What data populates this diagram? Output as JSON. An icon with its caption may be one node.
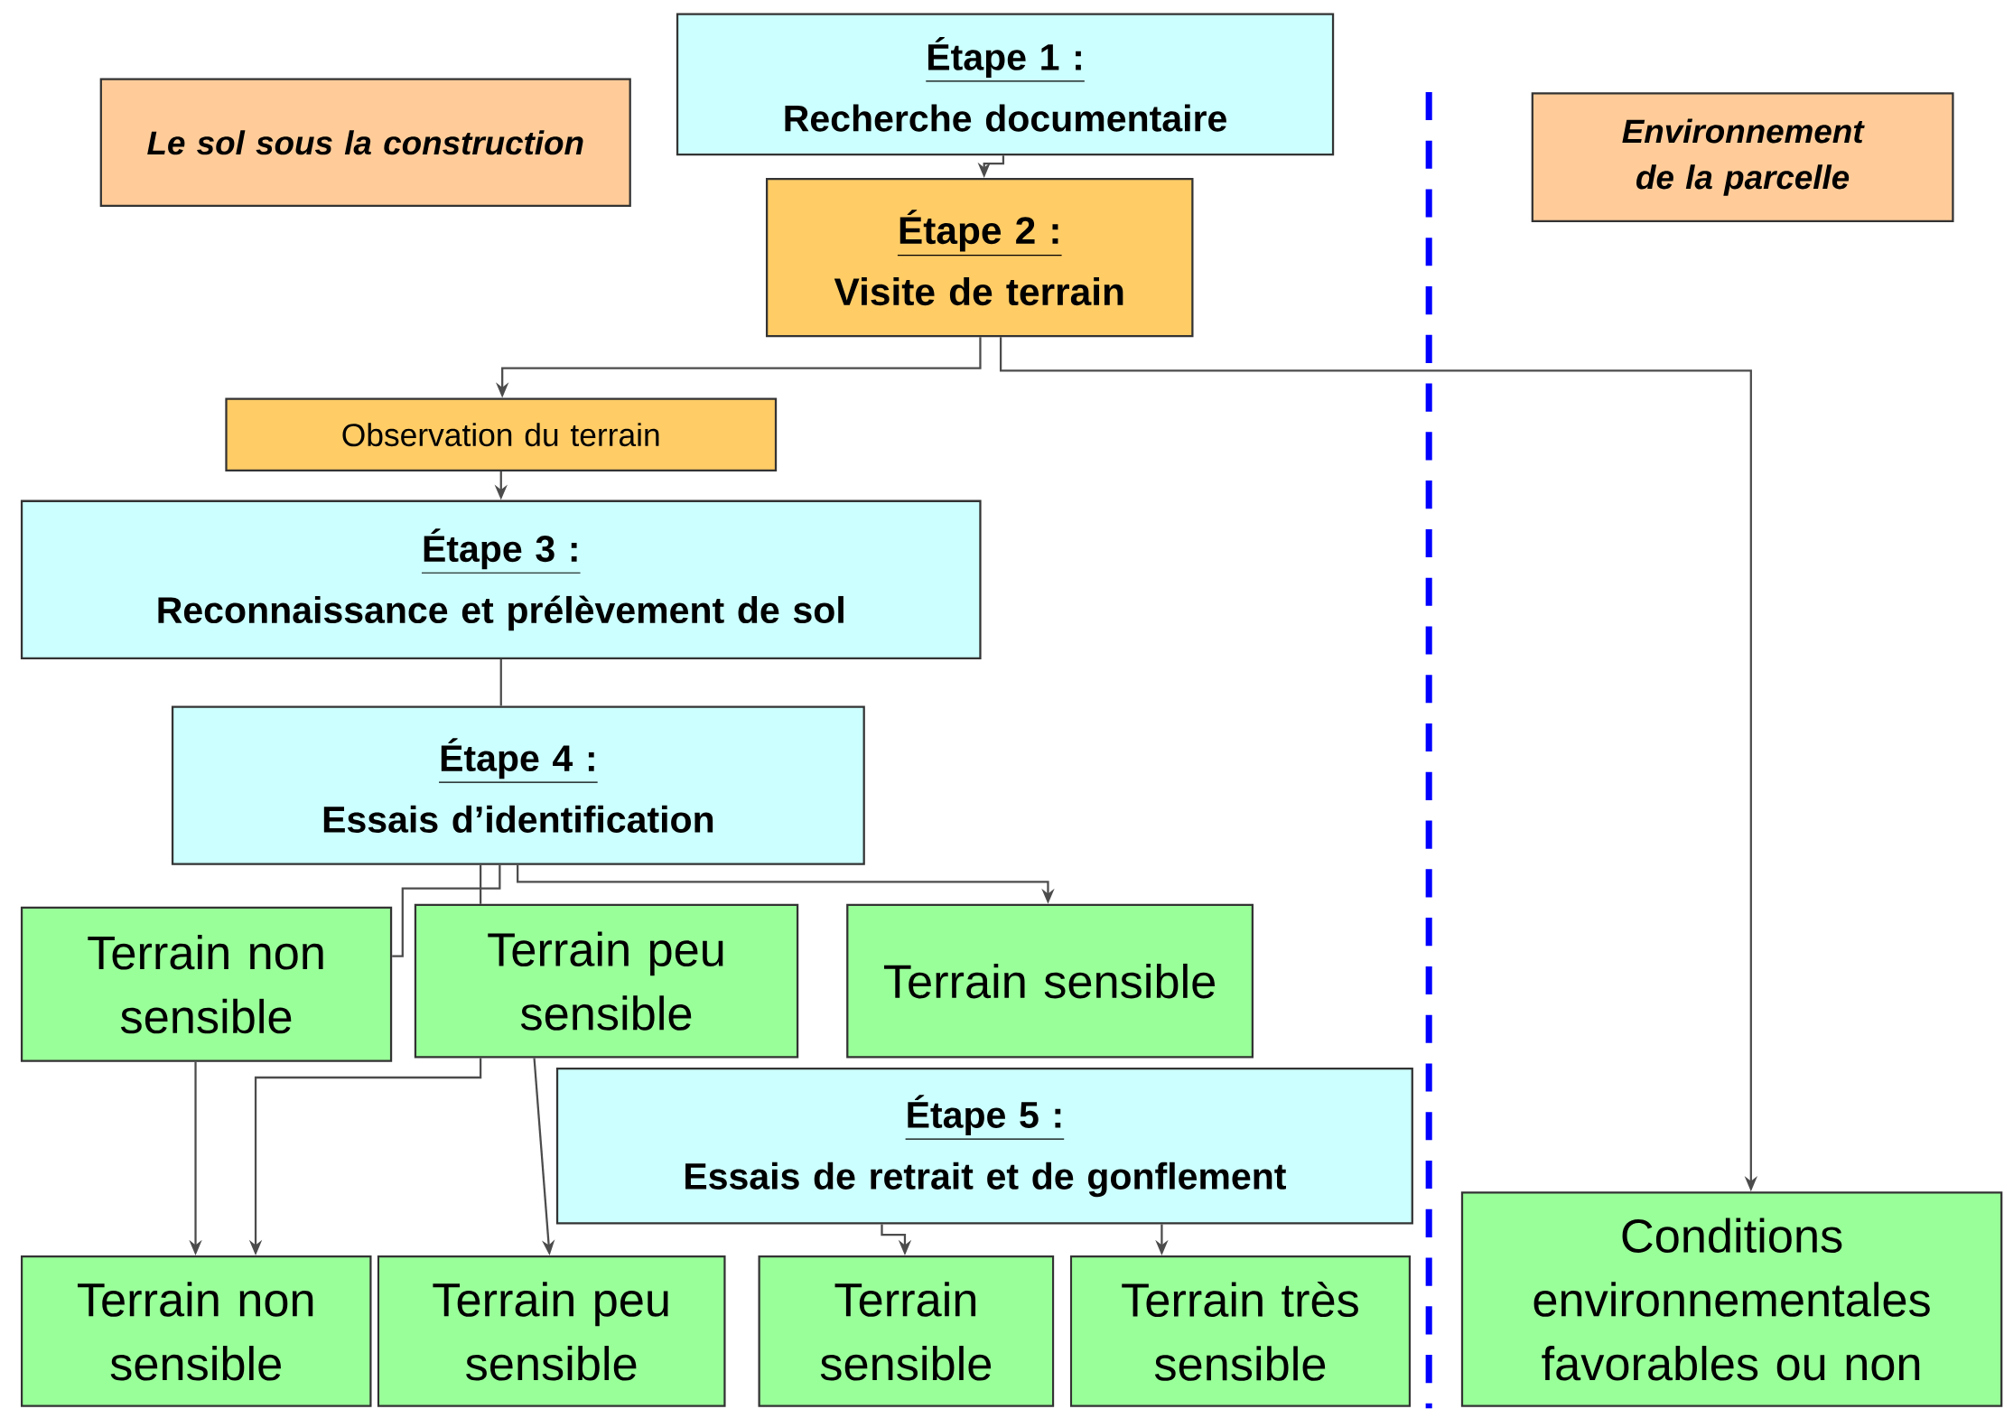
{
  "diagram": {
    "nodes": [
      {
        "text": [
          "Le sol sous la construction"
        ]
      },
      {
        "text": [
          "Étape 1 :",
          "Recherche documentaire"
        ]
      },
      {
        "text": [
          "Environnement de la parcelle"
        ]
      },
      {
        "text": [
          "Étape 2 :",
          "Visite de terrain"
        ]
      },
      {
        "text": [
          "Observation du terrain"
        ]
      },
      {
        "text": [
          "Étape 3 :",
          "Reconnaissance et prélèvement de sol"
        ]
      },
      {
        "text": [
          "Étape 4 :",
          "Essais d’identification"
        ]
      },
      {
        "text": [
          "Terrain non sensible"
        ]
      },
      {
        "text": [
          "Terrain peu sensible"
        ]
      },
      {
        "text": [
          "Terrain sensible"
        ]
      },
      {
        "text": [
          "Étape 5 :",
          "Essais de retrait et de gonflement"
        ]
      },
      {
        "text": [
          "Terrain non sensible"
        ]
      },
      {
        "text": [
          "Terrain peu sensible"
        ]
      },
      {
        "text": [
          "Terrain sensible"
        ]
      },
      {
        "text": [
          "Terrain très sensible"
        ]
      },
      {
        "text": [
          "Conditions environnementales favorables ou non"
        ]
      }
    ],
    "edges": [
      {
        "from": 1,
        "to": 3,
        "arrow": "to"
      },
      {
        "from": 3,
        "to": 4,
        "arrow": "to"
      },
      {
        "from": 3,
        "to": 15,
        "arrow": "to"
      },
      {
        "from": 4,
        "to": 5,
        "arrow": "to"
      },
      {
        "from": 5,
        "to": 6,
        "arrow": "none"
      },
      {
        "from": 6,
        "to": 7,
        "arrow": "none"
      },
      {
        "from": 6,
        "to": 8,
        "arrow": "none"
      },
      {
        "from": 6,
        "to": 9,
        "arrow": "to"
      },
      {
        "from": 7,
        "to": 11,
        "arrow": "to"
      },
      {
        "from": 8,
        "to": 11,
        "arrow": "to"
      },
      {
        "from": 8,
        "to": 12,
        "arrow": "to"
      },
      {
        "from": 10,
        "to": 13,
        "arrow": "to"
      },
      {
        "from": 10,
        "to": 14,
        "arrow": "to"
      }
    ]
  }
}
